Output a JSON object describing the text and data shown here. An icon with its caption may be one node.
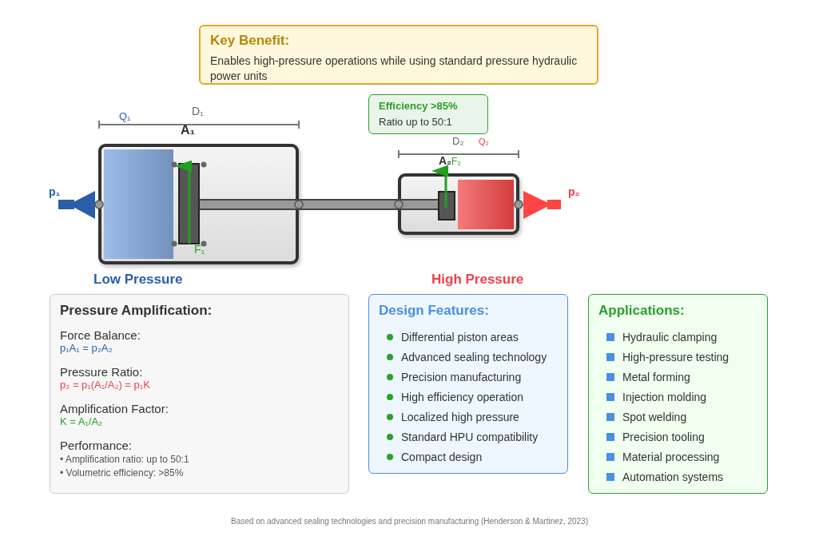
{
  "diagram": {
    "caption": "Based on advanced sealing technologies and precision manufacturing (Henderson & Martinez, 2023)",
    "nodes": [
      {
        "text": [
          "Key Benefit:",
          "Enables high-pressure operations while using standard pressure hydraulic power units"
        ]
      },
      {
        "text": [
          "Efficiency >85%",
          "Ratio up to 50:1"
        ]
      },
      {
        "text": [],
        "shape": "cylinder"
      },
      {
        "text": [],
        "shape": "cylinder"
      },
      {
        "text": [
          "Pressure Amplification:",
          "Force Balance:",
          "p₁A₁ = p₂A₂",
          "Pressure Ratio:",
          "p₂ = p₁(A₁/A₂) = p₁K",
          "Amplification Factor:",
          "K = A₁/A₂",
          "Performance:",
          "• Amplification ratio: up to 50:1",
          "• Volumetric efficiency: >85%"
        ]
      },
      {
        "text": [
          "Design Features:",
          "Differential piston areas",
          "Advanced sealing technology",
          "Precision manufacturing",
          "High efficiency operation",
          "Localized high pressure",
          "Standard HPU compatibility",
          "Compact design"
        ]
      },
      {
        "text": [
          "Applications:",
          "Hydraulic clamping",
          "High-pressure testing",
          "Metal forming",
          "Injection molding",
          "Spot welding",
          "Precision tooling",
          "Material processing",
          "Automation systems"
        ]
      }
    ],
    "labels": [
      "D₁",
      "Q₁",
      "A₁",
      "F₁",
      "p₁",
      "D₂",
      "Q₂",
      "A₂",
      "F₂",
      "p₂",
      "Low Pressure",
      "High Pressure"
    ]
  }
}
